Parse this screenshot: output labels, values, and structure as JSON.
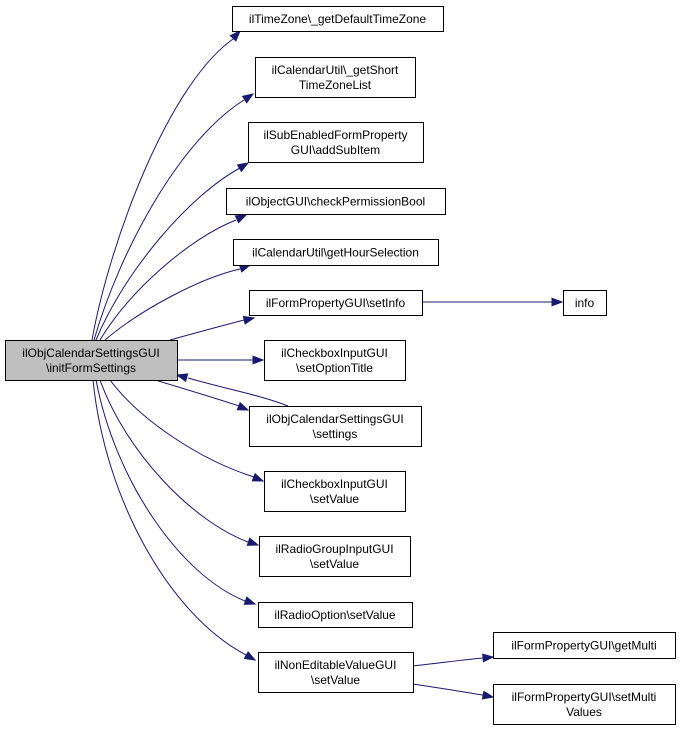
{
  "diagram": {
    "colors": {
      "edge": "#191970",
      "node_border": "#000000",
      "node_fill": "#ffffff",
      "root_fill": "#bfbfbf"
    },
    "nodes": [
      {
        "id": "root",
        "lines": [
          "ilObjCalendarSettingsGUI",
          "\\initFormSettings"
        ],
        "highlight": true
      },
      {
        "id": "tz",
        "lines": [
          "ilTimeZone\\_getDefaultTimeZone"
        ]
      },
      {
        "id": "shorttz",
        "lines": [
          "ilCalendarUtil\\_getShort",
          "TimeZoneList"
        ]
      },
      {
        "id": "addsub",
        "lines": [
          "ilSubEnabledFormProperty",
          "GUI\\addSubItem"
        ]
      },
      {
        "id": "perm",
        "lines": [
          "ilObjectGUI\\checkPermissionBool"
        ]
      },
      {
        "id": "hour",
        "lines": [
          "ilCalendarUtil\\getHourSelection"
        ]
      },
      {
        "id": "setinfo",
        "lines": [
          "ilFormPropertyGUI\\setInfo"
        ]
      },
      {
        "id": "info",
        "lines": [
          "info"
        ]
      },
      {
        "id": "opttitle",
        "lines": [
          "ilCheckboxInputGUI",
          "\\setOptionTitle"
        ]
      },
      {
        "id": "settings",
        "lines": [
          "ilObjCalendarSettingsGUI",
          "\\settings"
        ]
      },
      {
        "id": "cbval",
        "lines": [
          "ilCheckboxInputGUI",
          "\\setValue"
        ]
      },
      {
        "id": "radiogrp",
        "lines": [
          "ilRadioGroupInputGUI",
          "\\setValue"
        ]
      },
      {
        "id": "radioopt",
        "lines": [
          "ilRadioOption\\setValue"
        ]
      },
      {
        "id": "noneditable",
        "lines": [
          "ilNonEditableValueGUI",
          "\\setValue"
        ]
      },
      {
        "id": "getmulti",
        "lines": [
          "ilFormPropertyGUI\\getMulti"
        ]
      },
      {
        "id": "setmulti",
        "lines": [
          "ilFormPropertyGUI\\setMulti",
          "Values"
        ]
      }
    ],
    "edges": [
      {
        "from": "root",
        "to": "tz"
      },
      {
        "from": "root",
        "to": "shorttz"
      },
      {
        "from": "root",
        "to": "addsub"
      },
      {
        "from": "root",
        "to": "perm"
      },
      {
        "from": "root",
        "to": "hour"
      },
      {
        "from": "root",
        "to": "setinfo"
      },
      {
        "from": "setinfo",
        "to": "info"
      },
      {
        "from": "root",
        "to": "opttitle"
      },
      {
        "from": "root",
        "to": "settings"
      },
      {
        "from": "settings",
        "to": "root"
      },
      {
        "from": "root",
        "to": "cbval"
      },
      {
        "from": "root",
        "to": "radiogrp"
      },
      {
        "from": "root",
        "to": "radioopt"
      },
      {
        "from": "root",
        "to": "noneditable"
      },
      {
        "from": "noneditable",
        "to": "getmulti"
      },
      {
        "from": "noneditable",
        "to": "setmulti"
      }
    ]
  }
}
